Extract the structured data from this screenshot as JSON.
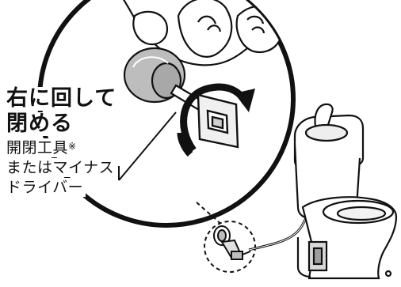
{
  "diagram": {
    "instruction": {
      "line1": "右に回して",
      "line2": "閉める"
    },
    "tool": {
      "line1": "開閉工具",
      "note_mark": "※",
      "line2": "またはマイナス",
      "line3": "ドライバー"
    }
  }
}
